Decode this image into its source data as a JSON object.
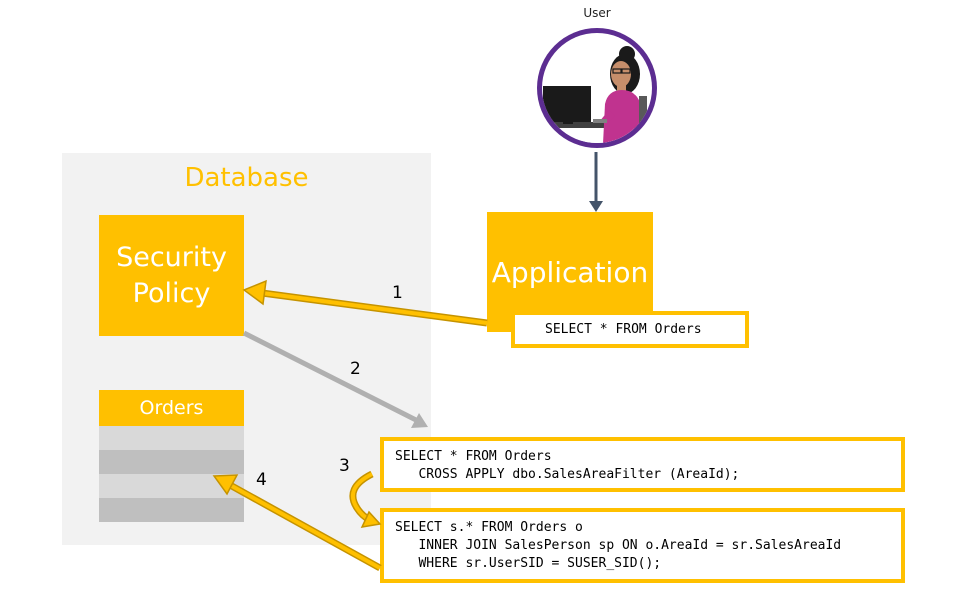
{
  "user": {
    "label": "User"
  },
  "database": {
    "title": "Database"
  },
  "security_policy": {
    "label_line1": "Security",
    "label_line2": "Policy"
  },
  "orders": {
    "header": "Orders"
  },
  "application": {
    "label": "Application"
  },
  "queries": {
    "app_query": "SELECT * FROM Orders",
    "rewritten_line1": "SELECT * FROM Orders",
    "rewritten_line2": "   CROSS APPLY dbo.SalesAreaFilter (AreaId);",
    "final_line1": "SELECT s.* FROM Orders o",
    "final_line2": "   INNER JOIN SalesPerson sp ON o.AreaId = sr.SalesAreaId",
    "final_line3": "   WHERE sr.UserSID = SUSER_SID();"
  },
  "steps": {
    "s1": "1",
    "s2": "2",
    "s3": "3",
    "s4": "4"
  },
  "colors": {
    "accent": "#ffc000",
    "panel": "#f2f2f2",
    "user_ring": "#5c2d91",
    "grey_arrow": "#b0b0b0",
    "dark_arrow": "#44546a"
  }
}
